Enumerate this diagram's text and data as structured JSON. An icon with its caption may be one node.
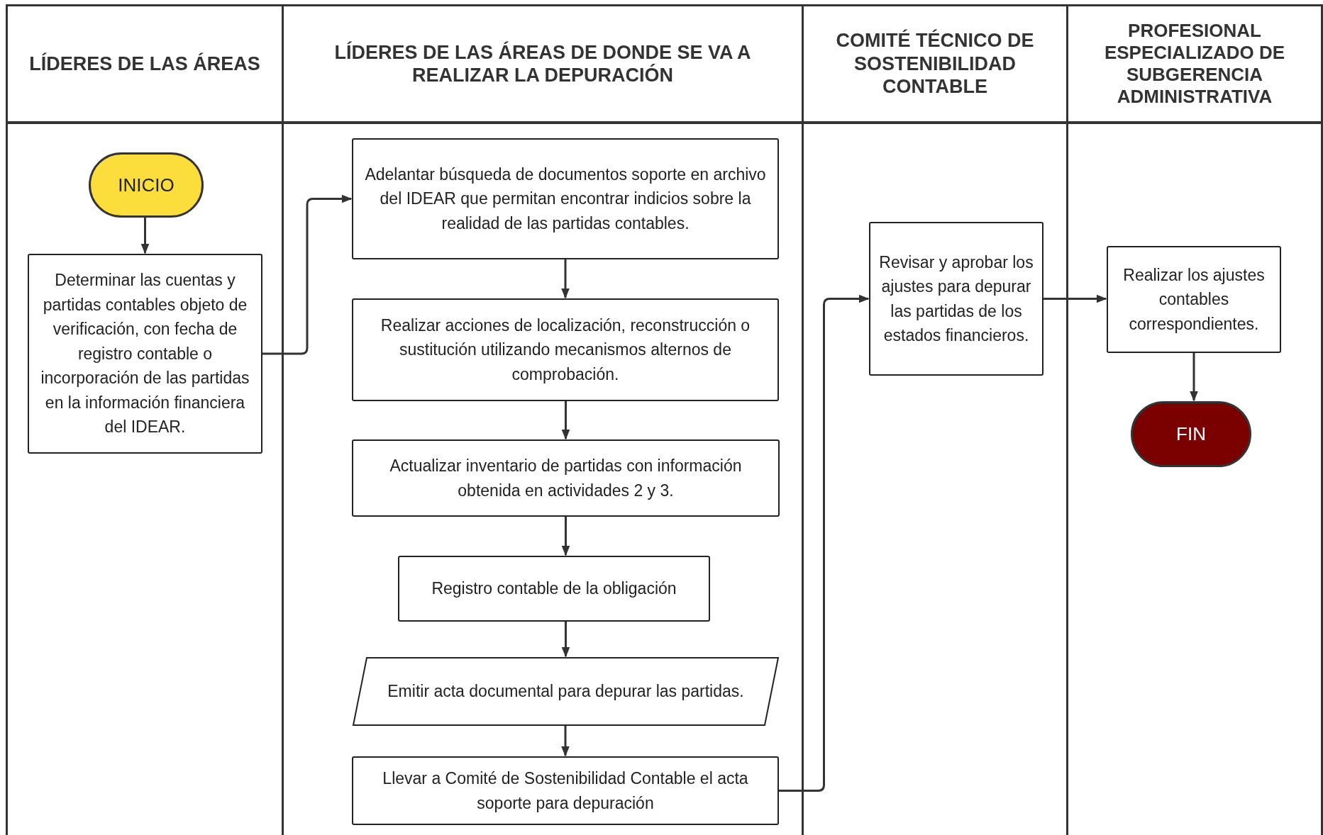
{
  "diagram": {
    "nodes": [
      {
        "text": [
          "LÍDERES DE LAS ÁREAS"
        ]
      },
      {
        "text": [
          "LÍDERES DE LAS ÁREAS DE DONDE SE VA A REALIZAR LA DEPURACIÓN"
        ]
      },
      {
        "text": [
          "COMITÉ TÉCNICO DE SOSTENIBILIDAD CONTABLE"
        ]
      },
      {
        "text": [
          "PROFESIONAL ESPECIALIZADO DE SUBGERENCIA ADMINISTRATIVA"
        ]
      },
      {
        "text": [
          "INICIO"
        ],
        "in": 0
      },
      {
        "text": [
          "Determinar las cuentas y partidas contables objeto de verificación, con fecha de registro contable o incorporación de las partidas en la información financiera del IDEAR."
        ],
        "in": 0
      },
      {
        "text": [
          "Adelantar búsqueda de documentos soporte en archivo del IDEAR que permitan encontrar indicios sobre la realidad de las partidas contables."
        ],
        "in": 1
      },
      {
        "text": [
          "Realizar acciones de localización, reconstrucción o sustitución utilizando mecanismos alternos de comprobación."
        ],
        "in": 1
      },
      {
        "text": [
          "Actualizar inventario de partidas con información obtenida en actividades 2 y 3."
        ],
        "in": 1
      },
      {
        "text": [
          "Registro contable de la obligación"
        ],
        "in": 1
      },
      {
        "text": [
          "Emitir acta documental para depurar las partidas."
        ],
        "in": 1
      },
      {
        "text": [
          "Llevar a Comité de Sostenibilidad Contable el acta soporte para depuración"
        ],
        "in": 1
      },
      {
        "text": [
          "Revisar y aprobar los ajustes para depurar las partidas de los estados financieros."
        ],
        "in": 2
      },
      {
        "text": [
          "Realizar los ajustes contables correspondientes."
        ],
        "in": 3
      },
      {
        "text": [
          "FIN"
        ],
        "in": 3
      }
    ],
    "edges": [
      {
        "from": 4,
        "to": 5,
        "arrow": "to"
      },
      {
        "from": 5,
        "to": 6,
        "arrow": "to"
      },
      {
        "from": 6,
        "to": 7,
        "arrow": "to"
      },
      {
        "from": 7,
        "to": 8,
        "arrow": "to"
      },
      {
        "from": 8,
        "to": 9,
        "arrow": "to"
      },
      {
        "from": 9,
        "to": 10,
        "arrow": "to"
      },
      {
        "from": 10,
        "to": 11,
        "arrow": "to"
      },
      {
        "from": 11,
        "to": 12,
        "arrow": "to"
      },
      {
        "from": 12,
        "to": 13,
        "arrow": "to"
      },
      {
        "from": 13,
        "to": 14,
        "arrow": "to"
      }
    ]
  }
}
